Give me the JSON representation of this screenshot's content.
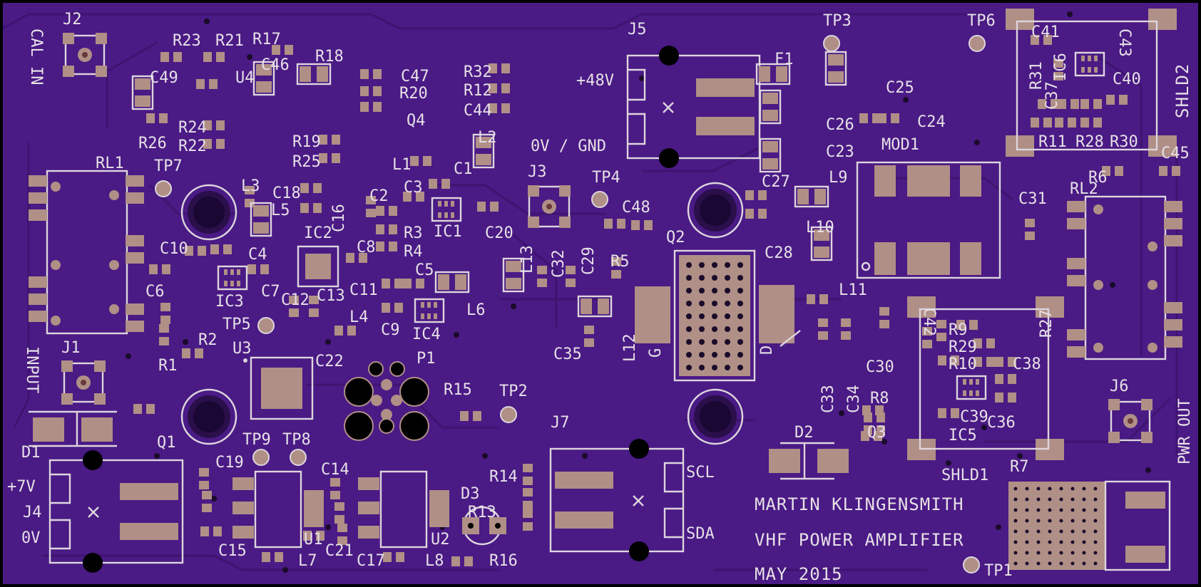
{
  "board": {
    "background": "#4a1a85",
    "pad_color": "#b08f86",
    "silk_color": "#ddd5dd",
    "footer": {
      "author": "MARTIN KLINGENSMITH",
      "project": "VHF POWER AMPLIFIER",
      "date": "MAY 2015"
    },
    "connector_labels": {
      "cal_in": "CAL IN",
      "input": "INPUT",
      "pwr_out": "PWR OUT",
      "plus48v": "+48V",
      "ov_gnd": "0V / GND",
      "plus7v": "+7V",
      "ov": "0V",
      "scl": "SCL",
      "sda": "SDA",
      "shld2": "SHLD2",
      "shld1": "SHLD1"
    },
    "refdes": {
      "J1": "J1",
      "J2": "J2",
      "J3": "J3",
      "J4": "J4",
      "J5": "J5",
      "J6": "J6",
      "J7": "J7",
      "TP1": "TP1",
      "TP2": "TP2",
      "TP3": "TP3",
      "TP4": "TP4",
      "TP5": "TP5",
      "TP6": "TP6",
      "TP7": "TP7",
      "TP8": "TP8",
      "TP9": "TP9",
      "RL1": "RL1",
      "RL2": "RL2",
      "MOD1": "MOD1",
      "F1": "F1",
      "Q1": "Q1",
      "Q2": "Q2",
      "Q3": "Q3",
      "Q4": "Q4",
      "D1": "D1",
      "D2": "D2",
      "D3": "D3",
      "U1": "U1",
      "U2": "U2",
      "U3": "U3",
      "U4": "U4",
      "IC1": "IC1",
      "IC2": "IC2",
      "IC3": "IC3",
      "IC4": "IC4",
      "IC5": "IC5",
      "IC6": "IC6",
      "P1": "P1",
      "L1": "L1",
      "L2": "L2",
      "L3": "L3",
      "L4": "L4",
      "L5": "L5",
      "L6": "L6",
      "L7": "L7",
      "L8": "L8",
      "L9": "L9",
      "L10": "L10",
      "L11": "L11",
      "L12": "L12",
      "L13": "L13",
      "R1": "R1",
      "R2": "R2",
      "R3": "R3",
      "R4": "R4",
      "R5": "R5",
      "R6": "R6",
      "R7": "R7",
      "R8": "R8",
      "R9": "R9",
      "R10": "R10",
      "R11": "R11",
      "R12": "R12",
      "R13": "R13",
      "R14": "R14",
      "R15": "R15",
      "R16": "R16",
      "R17": "R17",
      "R18": "R18",
      "R19": "R19",
      "R20": "R20",
      "R21": "R21",
      "R22": "R22",
      "R23": "R23",
      "R24": "R24",
      "R25": "R25",
      "R26": "R26",
      "R27": "R27",
      "R28": "R28",
      "R29": "R29",
      "R30": "R30",
      "R31": "R31",
      "R32": "R32",
      "C1": "C1",
      "C2": "C2",
      "C3": "C3",
      "C4": "C4",
      "C5": "C5",
      "C6": "C6",
      "C7": "C7",
      "C8": "C8",
      "C9": "C9",
      "C10": "C10",
      "C11": "C11",
      "C12": "C12",
      "C13": "C13",
      "C14": "C14",
      "C15": "C15",
      "C16": "C16",
      "C17": "C17",
      "C18": "C18",
      "C19": "C19",
      "C20": "C20",
      "C21": "C21",
      "C22": "C22",
      "C23": "C23",
      "C24": "C24",
      "C25": "C25",
      "C26": "C26",
      "C27": "C27",
      "C28": "C28",
      "C29": "C29",
      "C30": "C30",
      "C31": "C31",
      "C32": "C32",
      "C33": "C33",
      "C34": "C34",
      "C35": "C35",
      "C36": "C36",
      "C37": "C37",
      "C38": "C38",
      "C39": "C39",
      "C40": "C40",
      "C41": "C41",
      "C42": "C42",
      "C43": "C43",
      "C44": "C44",
      "C45": "C45",
      "C46": "C46",
      "C47": "C47",
      "C48": "C48",
      "C49": "C49",
      "G": "G",
      "D": "D"
    }
  }
}
